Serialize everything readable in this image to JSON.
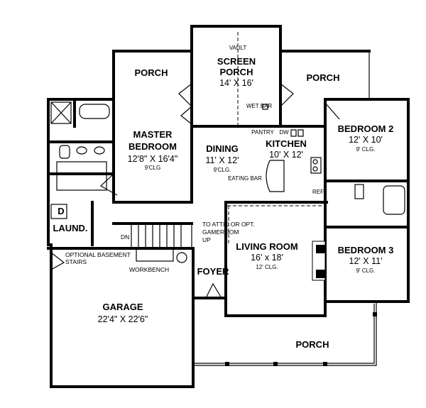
{
  "rooms": {
    "porch_left": {
      "name": "PORCH"
    },
    "screen_porch": {
      "name1": "SCREEN",
      "name2": "PORCH",
      "size": "14' X 16'",
      "note": "VAULT"
    },
    "porch_right": {
      "name": "PORCH"
    },
    "master": {
      "name1": "MASTER",
      "name2": "BEDROOM",
      "size": "12'8\" X 16'4\"",
      "ceiling": "9'CLG"
    },
    "dining": {
      "name": "DINING",
      "size": "11' X 12'",
      "ceiling": "9'CLG."
    },
    "kitchen": {
      "name": "KITCHEN",
      "size": "10' X 12'"
    },
    "bedroom2": {
      "name": "BEDROOM 2",
      "size": "12' X 10'",
      "ceiling": "9' CLG."
    },
    "living": {
      "name": "LIVING ROOM",
      "size": "16' x 18'",
      "ceiling": "12' CLG."
    },
    "bedroom3": {
      "name": "BEDROOM 3",
      "size": "12' X 11'",
      "ceiling": "9' CLG."
    },
    "foyer": {
      "name": "FOYER"
    },
    "laundry": {
      "name": "LAUND.",
      "dryer": "D"
    },
    "garage": {
      "name": "GARAGE",
      "size": "22'4\" X 22'6\""
    },
    "porch_front": {
      "name": "PORCH"
    }
  },
  "labels": {
    "wet_bar": "WET BAR",
    "pantry": "PANTRY",
    "dw": "DW",
    "eating_bar": "EATING BAR",
    "ref": "REF",
    "attic1": "TO ATTIC OR OPT.",
    "attic2": "GAMEROOM",
    "attic3": "UP",
    "dn": "DN",
    "basement1": "OPTIONAL BASEMENT",
    "basement2": "STAIRS",
    "workbench": "WORKBENCH"
  }
}
